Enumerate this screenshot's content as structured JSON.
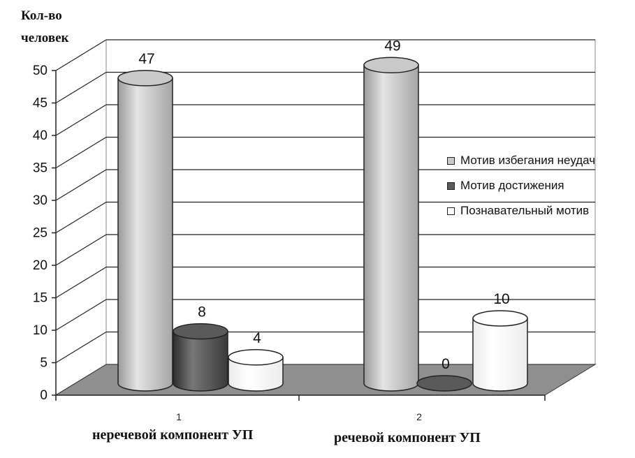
{
  "chart_data": {
    "type": "bar",
    "style": "3d-cylinder",
    "ylabel": [
      "Кол-во",
      "человек"
    ],
    "ylim": [
      0,
      50
    ],
    "yticks": [
      0,
      5,
      10,
      15,
      20,
      25,
      30,
      35,
      40,
      45,
      50
    ],
    "grid": true,
    "legend_position": "right",
    "x": [
      "1",
      "2"
    ],
    "categories": [
      "неречевой компонент УП",
      "речевой компонент УП"
    ],
    "series": [
      {
        "name": "Мотив избегания неудач",
        "values": [
          47,
          49
        ],
        "color": "#c9c9c9"
      },
      {
        "name": "Мотив достижения",
        "values": [
          8,
          0
        ],
        "color": "#5a5a5a"
      },
      {
        "name": "Познавательный мотив",
        "values": [
          4,
          10
        ],
        "color": "#ffffff"
      }
    ],
    "data_labels": [
      "47",
      "8",
      "4",
      "49",
      "0",
      "10"
    ]
  }
}
